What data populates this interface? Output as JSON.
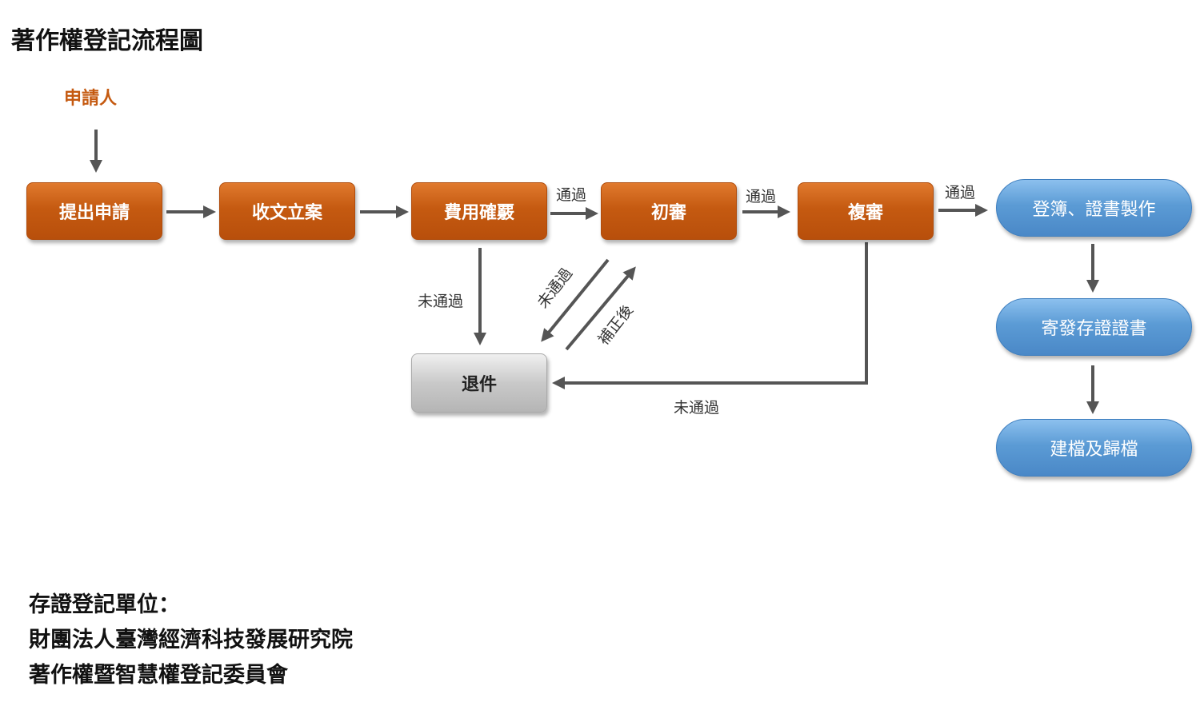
{
  "title": "著作權登記流程圖",
  "applicant": "申請人",
  "steps": {
    "submit": "提出申請",
    "receive": "收文立案",
    "fee": "費用確覈",
    "initial": "初審",
    "review": "複審",
    "reject": "退件",
    "register": "登簿、證書製作",
    "send": "寄發存證證書",
    "archive": "建檔及歸檔"
  },
  "labels": {
    "pass": "通過",
    "fail": "未通過",
    "corrected": "補正後"
  },
  "footer": {
    "heading": "存證登記單位：",
    "org": "財團法人臺灣經濟科技發展研究院",
    "committee": "著作權暨智慧權登記委員會"
  },
  "colors": {
    "orange": "#c55a11",
    "blue": "#5b9bd5",
    "gray": "#c9c9c9",
    "arrow": "#555555"
  }
}
